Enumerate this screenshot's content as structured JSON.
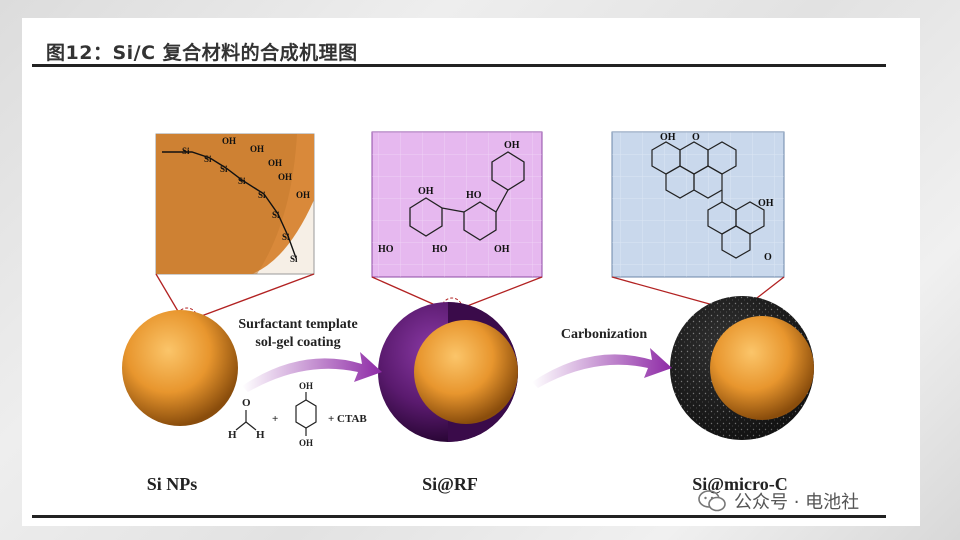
{
  "title": "图12：Si/C 复合材料的合成机理图",
  "diagram": {
    "stage1_label": "Si NPs",
    "stage2_label": "Si@RF",
    "stage3_label": "Si@micro-C",
    "arrow1_line1": "Surfactant template",
    "arrow1_line2": "sol-gel coating",
    "arrow2_label": "Carbonization",
    "reagent_plus1": "+",
    "reagent_plus2": "+",
    "reagent_ctab": "+ CTAB",
    "formaldehyde_o": "O",
    "formaldehyde_h1": "H",
    "formaldehyde_h2": "H",
    "resorcinol_oh1": "OH",
    "resorcinol_oh2": "OH",
    "inset1": {
      "si_labels": [
        "Si",
        "Si",
        "Si",
        "Si",
        "Si",
        "Si",
        "Si",
        "Si"
      ],
      "oh_labels": [
        "OH",
        "OH",
        "OH",
        "OH",
        "OH"
      ]
    },
    "inset2": {
      "oh_labels": [
        "OH",
        "OH",
        "OH",
        "HO",
        "HO",
        "HO"
      ]
    },
    "inset3": {
      "oh_labels": [
        "OH",
        "OH"
      ],
      "o_labels": [
        "O",
        "O"
      ]
    }
  },
  "watermark": "公众号 · 电池社",
  "colors": {
    "core_orange": "#e8962e",
    "rf_purple": "#5a1a6e",
    "carbon_black": "#1e1e1e",
    "inset2_bg": "#e6b8ef",
    "inset3_bg": "#c9d8ec",
    "connector_red": "#b22222"
  }
}
